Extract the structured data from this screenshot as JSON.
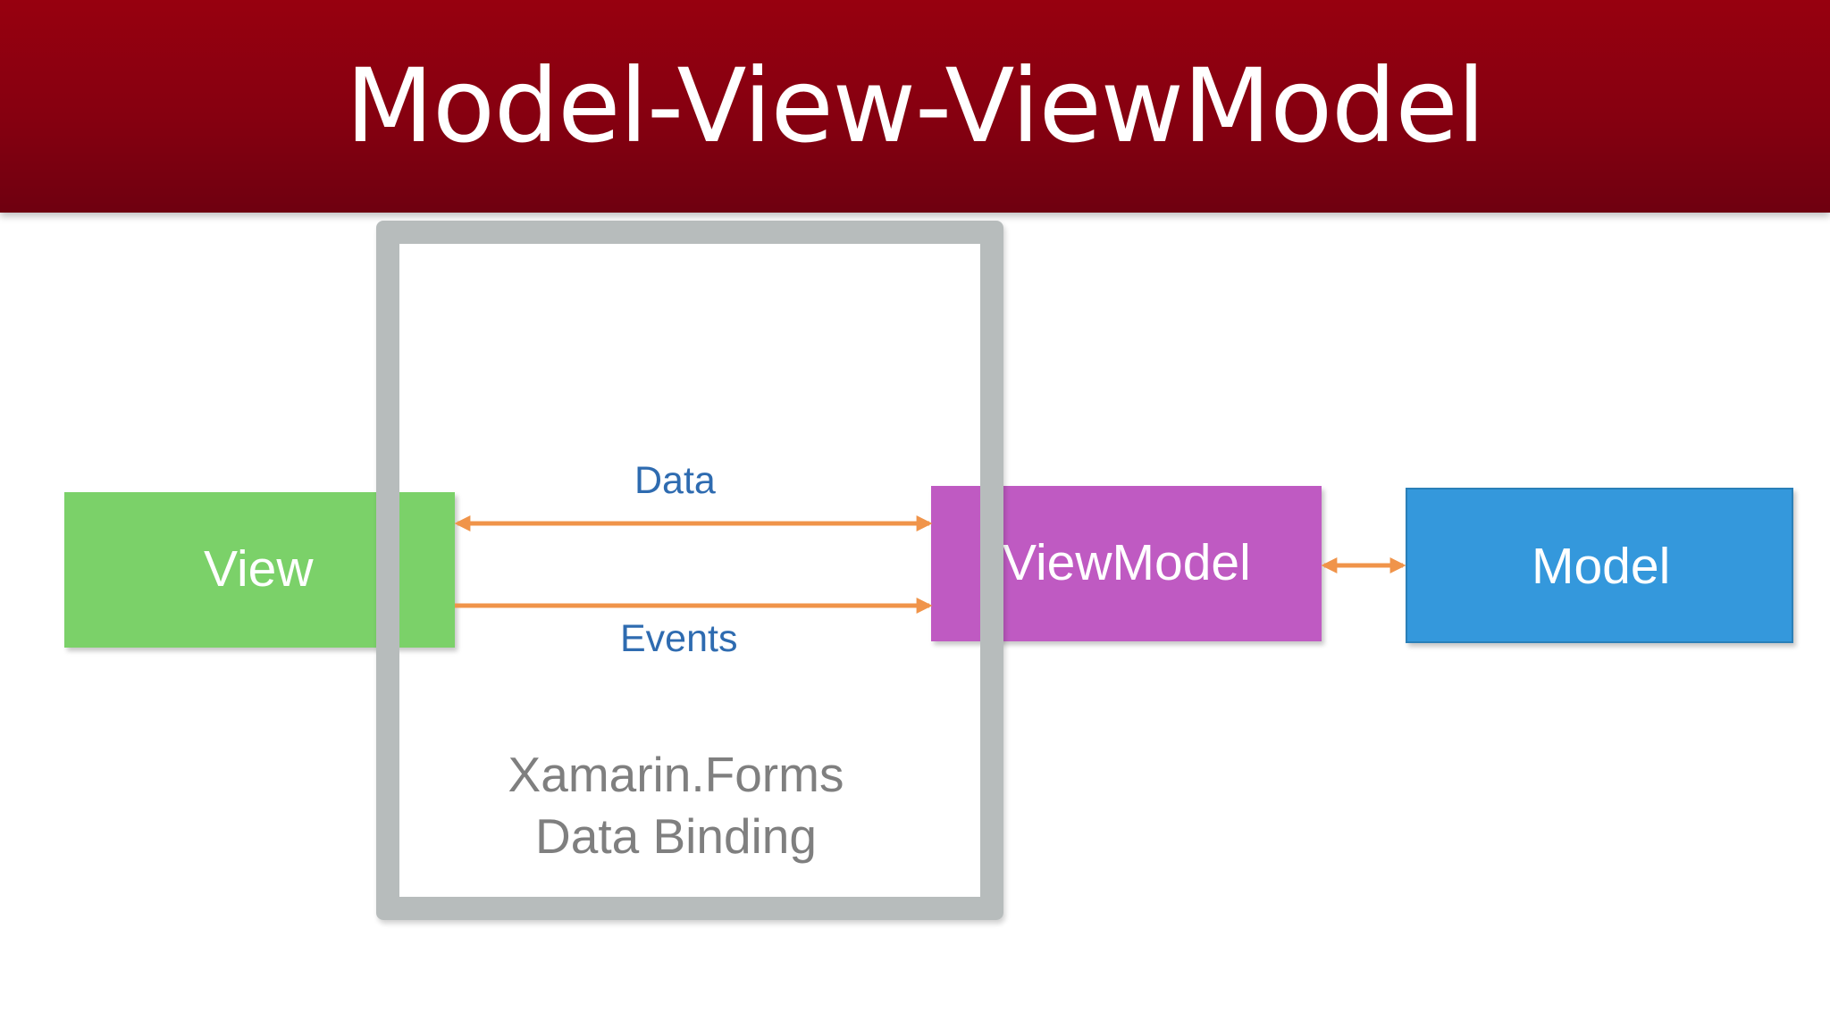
{
  "slide": {
    "title": "Model-View-ViewModel"
  },
  "diagram": {
    "nodes": {
      "view": "View",
      "viewmodel": "ViewModel",
      "model": "Model"
    },
    "edges": {
      "data": "Data",
      "events": "Events"
    },
    "binding_caption": {
      "line1": "Xamarin.Forms",
      "line2": "Data Binding"
    },
    "colors": {
      "title_bar": "#8b0010",
      "view": "#7bd169",
      "viewmodel": "#bf5ac2",
      "model": "#3498dc",
      "frame": "#b7bcbc",
      "arrow": "#f0944a",
      "edge_label": "#2e6bb0",
      "caption": "#7f7f7f"
    }
  }
}
